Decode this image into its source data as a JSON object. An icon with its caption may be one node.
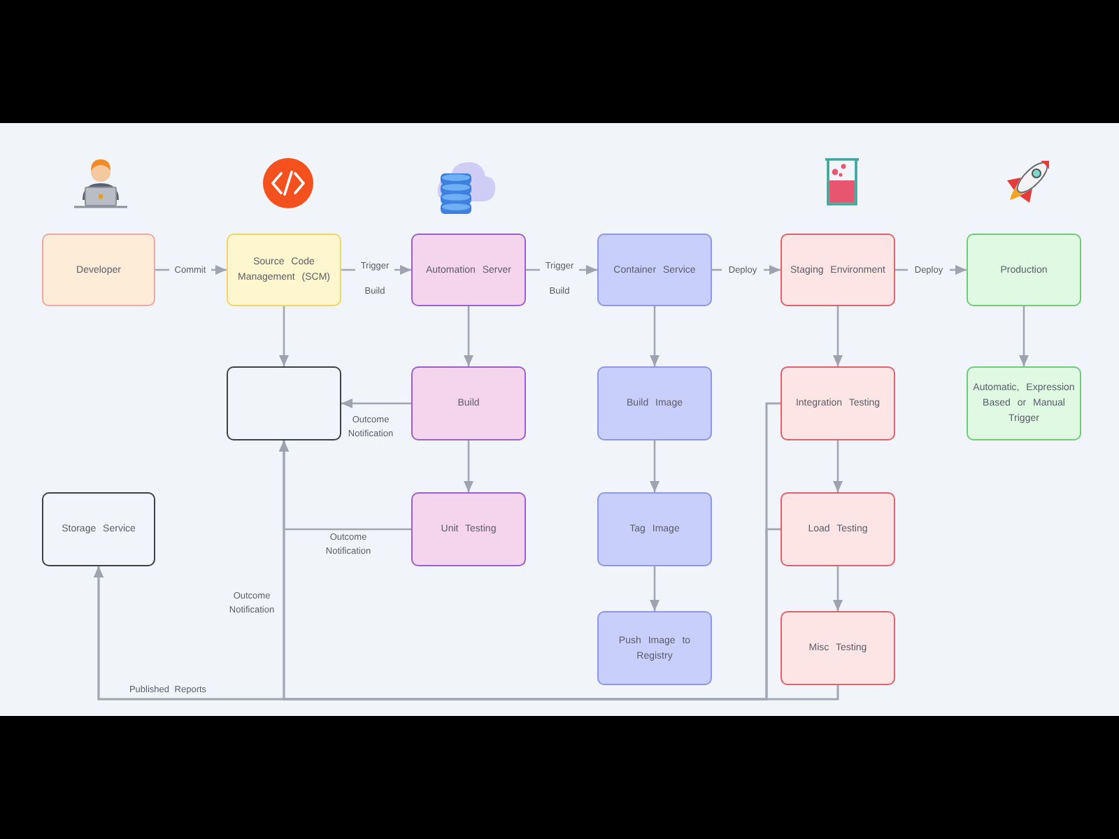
{
  "diagram": {
    "nodes": [
      {
        "text": [
          "Developer"
        ]
      },
      {
        "text": [
          "Source Code Management (SCM)"
        ]
      },
      {
        "text": [
          "Automation Server"
        ]
      },
      {
        "text": [
          "Container Service"
        ]
      },
      {
        "text": [
          "Staging Environment"
        ]
      },
      {
        "text": [
          "Production"
        ]
      },
      {
        "text": [],
        "shape": "box"
      },
      {
        "text": [
          "Build"
        ]
      },
      {
        "text": [
          "Build Image"
        ]
      },
      {
        "text": [
          "Integration Testing"
        ]
      },
      {
        "text": [
          "Automatic, Expression Based or Manual Trigger"
        ]
      },
      {
        "text": [
          "Storage Service"
        ]
      },
      {
        "text": [
          "Unit Testing"
        ]
      },
      {
        "text": [
          "Tag Image"
        ]
      },
      {
        "text": [
          "Load Testing"
        ]
      },
      {
        "text": [
          "Push Image to Registry"
        ]
      },
      {
        "text": [
          "Misc Testing"
        ]
      }
    ],
    "edges": [
      {
        "from": 0,
        "to": 1,
        "arrow": "to",
        "label": "Commit"
      },
      {
        "from": 1,
        "to": 2,
        "arrow": "to",
        "label": "Trigger Build"
      },
      {
        "from": 2,
        "to": 3,
        "arrow": "to",
        "label": "Trigger Build"
      },
      {
        "from": 3,
        "to": 4,
        "arrow": "to",
        "label": "Deploy"
      },
      {
        "from": 4,
        "to": 5,
        "arrow": "to",
        "label": "Deploy"
      },
      {
        "from": 1,
        "to": 6,
        "arrow": "to"
      },
      {
        "from": 2,
        "to": 7,
        "arrow": "to"
      },
      {
        "from": 7,
        "to": 6,
        "arrow": "to",
        "label": "Outcome Notification"
      },
      {
        "from": 7,
        "to": 12,
        "arrow": "to"
      },
      {
        "from": 12,
        "to": 6,
        "arrow": "to",
        "label": "Outcome Notification"
      },
      {
        "from": 3,
        "to": 8,
        "arrow": "to"
      },
      {
        "from": 8,
        "to": 13,
        "arrow": "to"
      },
      {
        "from": 13,
        "to": 15,
        "arrow": "to"
      },
      {
        "from": 4,
        "to": 9,
        "arrow": "to"
      },
      {
        "from": 9,
        "to": 14,
        "arrow": "to"
      },
      {
        "from": 14,
        "to": 16,
        "arrow": "to"
      },
      {
        "from": 5,
        "to": 10,
        "arrow": "to"
      },
      {
        "from": 9,
        "to": 6,
        "arrow": "to",
        "label": "Outcome Notification"
      },
      {
        "from": 14,
        "to": 6,
        "arrow": "to"
      },
      {
        "from": 16,
        "to": 6,
        "arrow": "to"
      },
      {
        "from": 9,
        "to": 11,
        "arrow": "to",
        "label": "Published Reports"
      },
      {
        "from": 14,
        "to": 11,
        "arrow": "to"
      },
      {
        "from": 16,
        "to": 11,
        "arrow": "to"
      }
    ]
  }
}
